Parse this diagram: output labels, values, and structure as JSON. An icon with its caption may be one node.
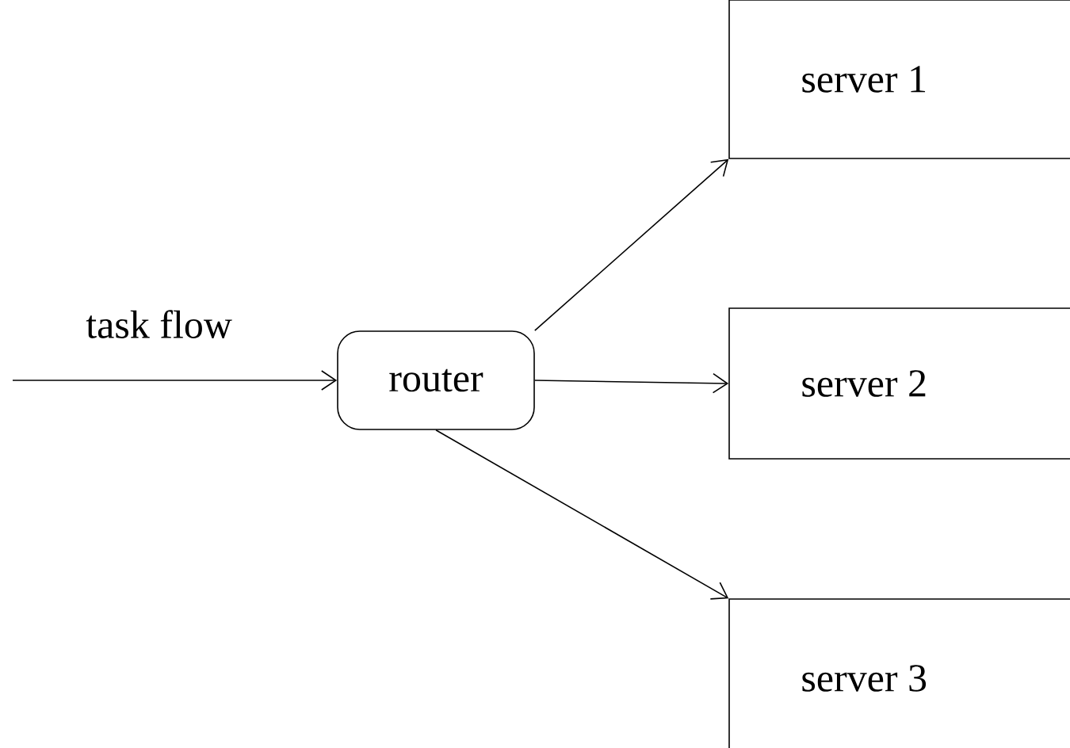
{
  "diagram": {
    "nodes": [
      {
        "text": [
          "router"
        ]
      },
      {
        "text": [
          "server 1"
        ]
      },
      {
        "text": [
          "server 2"
        ]
      },
      {
        "text": [
          "server 3"
        ]
      }
    ],
    "edges": [
      {
        "from": null,
        "to": 0,
        "arrow": "to",
        "label": "task flow"
      },
      {
        "from": 0,
        "to": 1,
        "arrow": "to"
      },
      {
        "from": 0,
        "to": 2,
        "arrow": "to"
      },
      {
        "from": 0,
        "to": 3,
        "arrow": "to"
      }
    ]
  }
}
